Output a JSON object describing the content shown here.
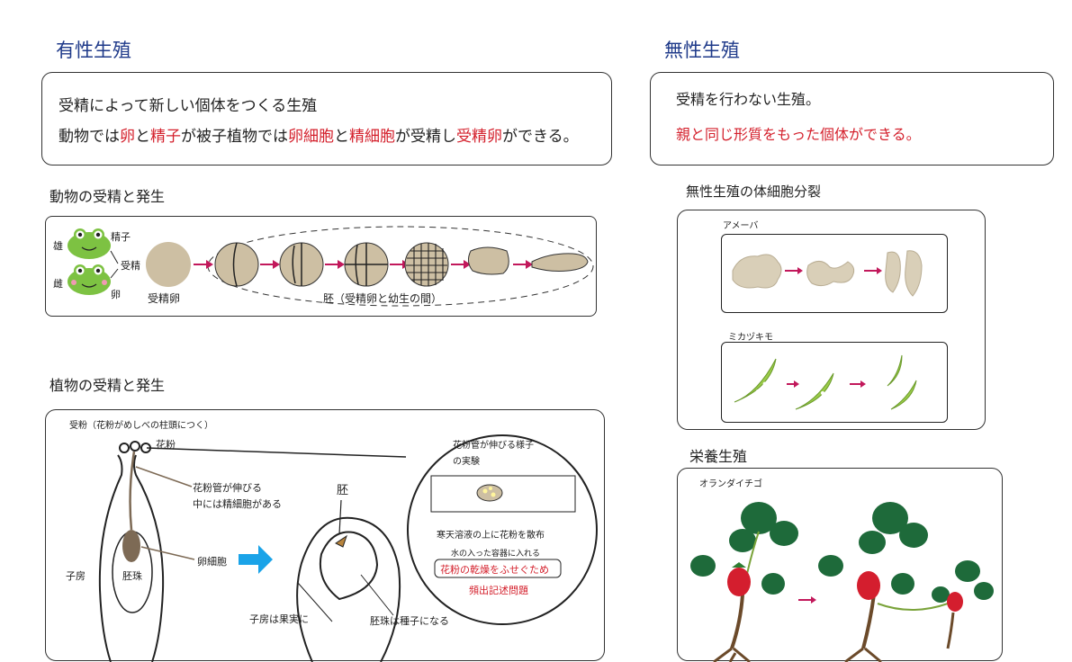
{
  "sexual": {
    "heading": "有性生殖",
    "line1": "受精によって新しい個体をつくる生殖",
    "line2_parts": [
      {
        "t": "動物では",
        "red": false
      },
      {
        "t": "卵",
        "red": true
      },
      {
        "t": "と",
        "red": false
      },
      {
        "t": "精子",
        "red": true
      },
      {
        "t": "が被子植物では",
        "red": false
      },
      {
        "t": "卵細胞",
        "red": true
      },
      {
        "t": "と",
        "red": false
      },
      {
        "t": "精細胞",
        "red": true
      },
      {
        "t": "が受精し",
        "red": false
      },
      {
        "t": "受精卵",
        "red": true
      },
      {
        "t": "ができる。",
        "red": false
      }
    ]
  },
  "asexual": {
    "heading": "無性生殖",
    "line1": "受精を行わない生殖。",
    "line2": "親と同じ形質をもった個体ができる。"
  },
  "animal": {
    "title": "動物の受精と発生",
    "male": "雄",
    "female": "雌",
    "sperm": "精子",
    "egg": "卵",
    "fertilization": "受精",
    "zygote": "受精卵",
    "embryo": "胚（受精卵と幼生の間）"
  },
  "plant": {
    "title": "植物の受精と発生",
    "pollination": "受粉（花粉がめしべの柱頭につく）",
    "pollen": "花粉",
    "tube1": "花粉管が伸びる",
    "tube2": "中には精細胞がある",
    "ovary": "子房",
    "ovule": "胚珠",
    "egg_cell": "卵細胞",
    "embryo": "胚",
    "fruit": "子房は果実に",
    "seed": "胚珠は種子になる",
    "exp_title1": "花粉管が伸びる様子",
    "exp_title2": "の実験",
    "agar": "寒天溶液の上に花粉を散布",
    "water": "水の入った容器に入れる",
    "dry": "花粉の乾燥をふせぐため",
    "freq": "頻出記述問題"
  },
  "cell_division": {
    "title": "無性生殖の体細胞分裂",
    "amoeba": "アメーバ",
    "closterium": "ミカヅキモ"
  },
  "vegetative": {
    "title": "栄養生殖",
    "strawberry": "オランダイチゴ"
  },
  "colors": {
    "heading": "#1f3a8a",
    "emphasis": "#d4202c",
    "arrow": "#c2185b",
    "frog": "#7dc242",
    "egg": "#cdbfa3",
    "blue_arrow": "#1aa3e8"
  }
}
